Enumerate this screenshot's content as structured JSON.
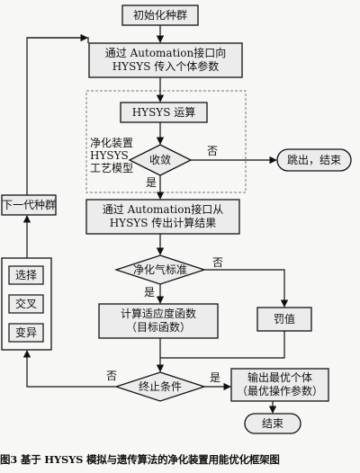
{
  "nodes": {
    "init": "初始化种群",
    "pass_in": "通过 Automation接口向\nHYSYS 传入个体参数",
    "hysys_calc": "HYSYS 运算",
    "converge": "收敛",
    "exit": "跳出，结束",
    "pass_out": "通过 Automation接口从\nHYSYS 传出计算结果",
    "gas_standard": "净化气标准",
    "fitness": "计算适应度函数\n（目标函数）",
    "penalty": "罚值",
    "terminate": "终止条件",
    "output": "输出最优个体\n（最优操作参数）",
    "end": "结束",
    "next_gen": "下一代种群",
    "ops": [
      "选择",
      "交叉",
      "变异"
    ]
  },
  "side_label": "净化装置\nHYSYS\n工艺模型",
  "edge_labels": {
    "converge_no": "否",
    "converge_yes": "是",
    "gas_no": "否",
    "gas_yes": "是",
    "term_no": "否",
    "term_yes": "是"
  },
  "caption": "图3  基于 HYSYS 模拟与遗传算法的净化装置用能优化框架图",
  "colors": {
    "box_fill": "#ececec",
    "line": "#111111",
    "dash": "#777777"
  }
}
